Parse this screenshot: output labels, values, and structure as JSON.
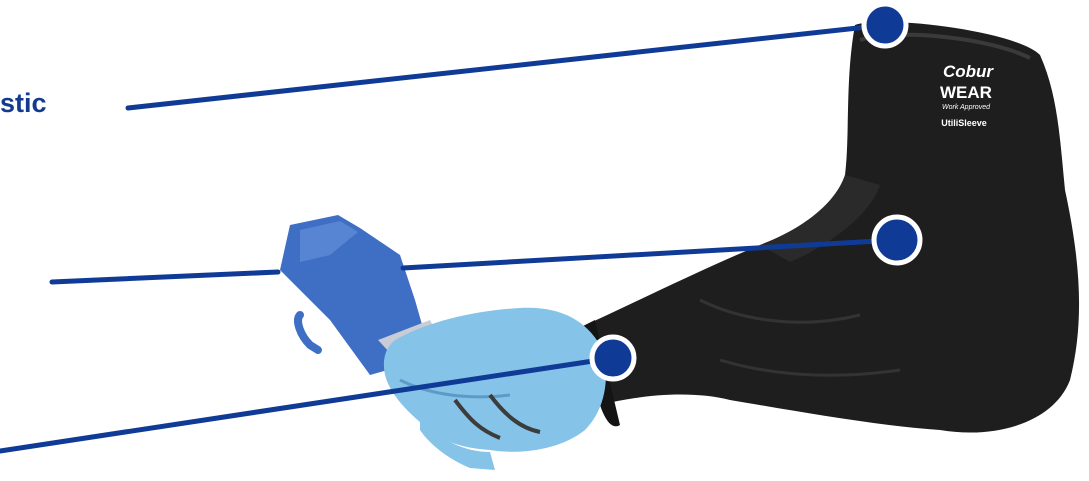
{
  "colors": {
    "line": "#0f3b96",
    "dot": "#0f3b96",
    "dot_ring": "#ffffff",
    "sleeve": "#202020",
    "glove": "#86c3e9",
    "bottle": "#3f6fc4",
    "text": "#123a8f"
  },
  "callouts": [
    {
      "text": "stic",
      "icon": "dot-marker-icon"
    },
    {
      "text": ",",
      "icon": "dot-marker-icon"
    }
  ],
  "brand": {
    "logo_script": "Cobur",
    "logo_word": "WEAR",
    "tagline": "Work Approved",
    "product": "UtiliSleeve"
  }
}
